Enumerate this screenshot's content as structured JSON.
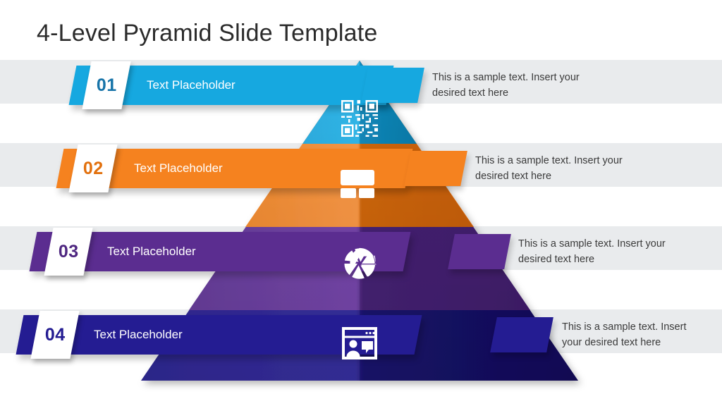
{
  "slide": {
    "title": "4-Level Pyramid Slide Template",
    "background_color": "#FFFFFF",
    "band_background_color": "#E9EBED"
  },
  "levels": [
    {
      "number": "01",
      "label": "Text Placeholder",
      "description": "This is a sample text. Insert your desired text here",
      "color": "#16A8E0",
      "color_dark": "#0E8FC4",
      "color_light": "#3BBCEA",
      "icon": "qr-code-icon"
    },
    {
      "number": "02",
      "label": "Text Placeholder",
      "description": "This is a sample text. Insert your desired text here",
      "color": "#F5821F",
      "color_dark": "#DE6C0B",
      "color_light": "#F7994A",
      "icon": "layout-grid-icon"
    },
    {
      "number": "03",
      "label": "Text Placeholder",
      "description": "This is a sample text. Insert your desired text here",
      "color": "#5B2D90",
      "color_dark": "#431F6E",
      "color_light": "#7A41B5",
      "icon": "camera-aperture-icon"
    },
    {
      "number": "04",
      "label": "Text Placeholder",
      "description": "This is a sample text. Insert your desired text here",
      "color": "#241C92",
      "color_dark": "#150F63",
      "color_light": "#33299F",
      "icon": "video-call-window-icon"
    }
  ]
}
